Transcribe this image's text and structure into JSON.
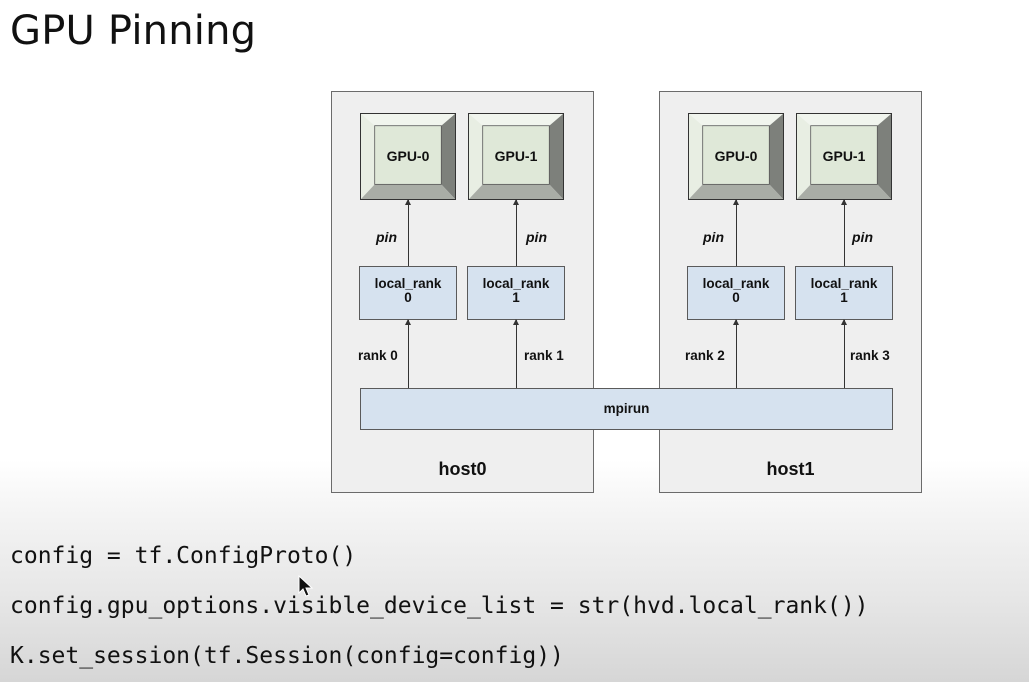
{
  "slide": {
    "title": "GPU Pinning"
  },
  "diagram": {
    "hosts": [
      {
        "label": "host0",
        "gpus": [
          {
            "label": "GPU-0"
          },
          {
            "label": "GPU-1"
          }
        ],
        "local_ranks": [
          {
            "label": "local_rank",
            "value": "0"
          },
          {
            "label": "local_rank",
            "value": "1"
          }
        ],
        "pin_labels": [
          "pin",
          "pin"
        ],
        "ranks": [
          "rank 0",
          "rank 1"
        ]
      },
      {
        "label": "host1",
        "gpus": [
          {
            "label": "GPU-0"
          },
          {
            "label": "GPU-1"
          }
        ],
        "local_ranks": [
          {
            "label": "local_rank",
            "value": "0"
          },
          {
            "label": "local_rank",
            "value": "1"
          }
        ],
        "pin_labels": [
          "pin",
          "pin"
        ],
        "ranks": [
          "rank 2",
          "rank 3"
        ]
      }
    ],
    "launcher": "mpirun",
    "colors": {
      "gpu_face": "#dfe8d8",
      "rank_box": "#d6e2ef",
      "host_fill": "#efefef"
    }
  },
  "code": {
    "lines": [
      "config = tf.ConfigProto()",
      "config.gpu_options.visible_device_list = str(hvd.local_rank())",
      "K.set_session(tf.Session(config=config))"
    ]
  }
}
